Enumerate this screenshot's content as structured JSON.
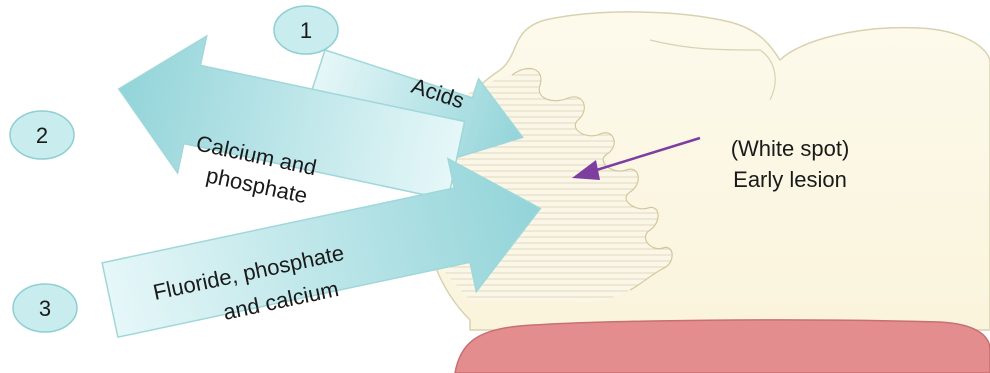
{
  "steps": [
    {
      "number": "1",
      "label": "Acids"
    },
    {
      "number": "2",
      "label_line1": "Calcium and",
      "label_line2": "phosphate"
    },
    {
      "number": "3",
      "label_line1": "Fluoride, phosphate",
      "label_line2": "and calcium"
    }
  ],
  "lesion": {
    "line1": "(White spot)",
    "line2": "Early lesion"
  },
  "colors": {
    "arrow_fill": "#cdeef0",
    "arrow_fill_dark": "#8fd3d8",
    "arrow_stroke": "#9fd7da",
    "circle_fill": "#c9ecee",
    "tooth_fill": "#fcf8e6",
    "tooth_stroke": "#d8d2b0",
    "gum_fill": "#e48d8f",
    "pointer": "#7d3ea0"
  }
}
